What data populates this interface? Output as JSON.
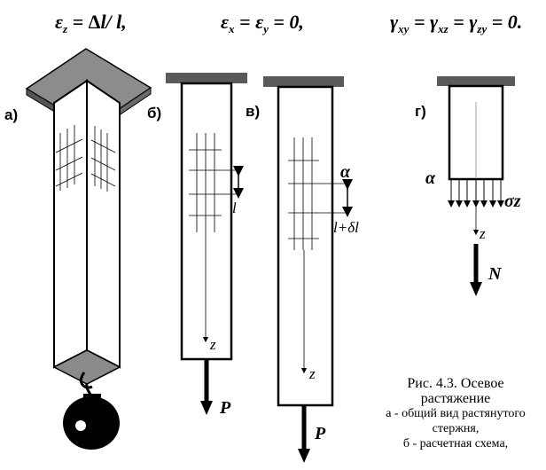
{
  "equations": {
    "eq1": "εz = Δl / l,",
    "eq2": "εx = εy = 0,",
    "eq3": "γxy = γxz = γzy = 0."
  },
  "parts": {
    "a": "а)",
    "b": "б)",
    "v": "в)",
    "g": "г)"
  },
  "symbols": {
    "l": "l",
    "l_plus_dl": "l+δl",
    "alpha_v": "α",
    "alpha_g": "α",
    "sigma_z": "σz",
    "z_b": "z",
    "z_v": "z",
    "z_g": "z",
    "P_b": "P",
    "P_v": "P",
    "N": "N"
  },
  "caption": {
    "line1": "Рис. 4.3. Осевое",
    "line2": "растяжение",
    "line3": "а - общий вид растянутого",
    "line4": "стержня,",
    "line5": "б - расчетная схема,"
  }
}
